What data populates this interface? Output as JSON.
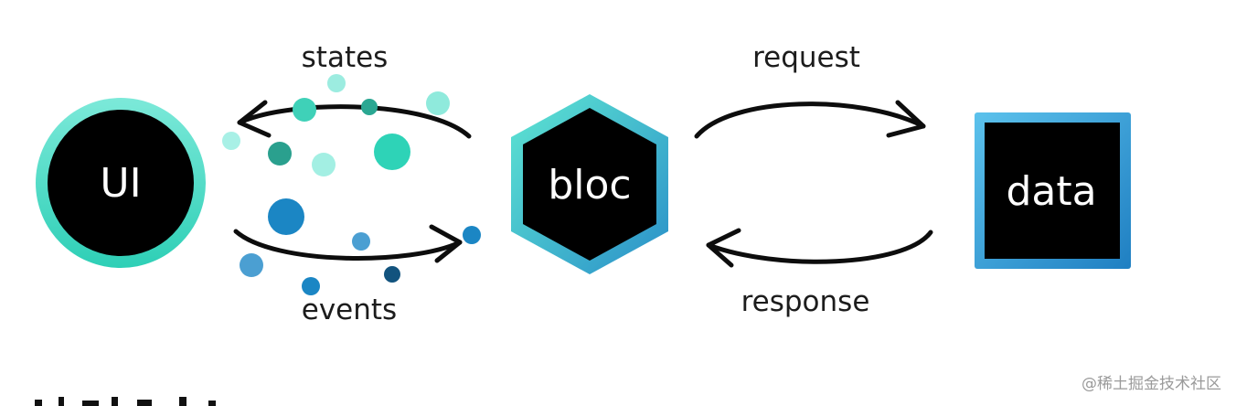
{
  "diagram": {
    "nodes": {
      "ui": "UI",
      "bloc": "bloc",
      "data": "data"
    },
    "edges": {
      "states": "states",
      "events": "events",
      "request": "request",
      "response": "response"
    },
    "colors": {
      "ui_ring": "#3fd9c0",
      "bloc_border_light": "#5ee6d2",
      "bloc_border_dark": "#2a8fc9",
      "data_border_light": "#5cc2ec",
      "data_border_dark": "#1f7fc2",
      "node_fill": "#000000",
      "arrow": "#0d0d0d"
    }
  },
  "watermark": "@稀土掘金技术社区"
}
